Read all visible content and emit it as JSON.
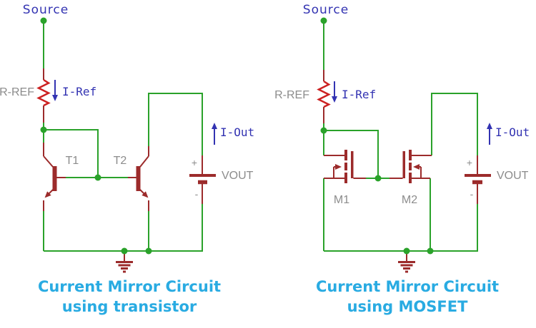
{
  "colors": {
    "wire": "#2aa22a",
    "component": "#9c2b2b",
    "resistor": "#cc2222",
    "blue": "#3333b2",
    "gray": "#8c8c8c",
    "cyan": "#29abe2"
  },
  "left": {
    "source": "Source",
    "resistor": "R-REF",
    "iref": "I-Ref",
    "iout": "I-Out",
    "q1": "T1",
    "q2": "T2",
    "battery": "VOUT",
    "plus": "+",
    "minus": "-",
    "title1": "Current Mirror Circuit",
    "title2": "using transistor"
  },
  "right": {
    "source": "Source",
    "resistor": "R-REF",
    "iref": "I-Ref",
    "iout": "I-Out",
    "m1": "M1",
    "m2": "M2",
    "battery": "VOUT",
    "plus": "+",
    "minus": "-",
    "title1": "Current Mirror Circuit",
    "title2": "using MOSFET"
  }
}
